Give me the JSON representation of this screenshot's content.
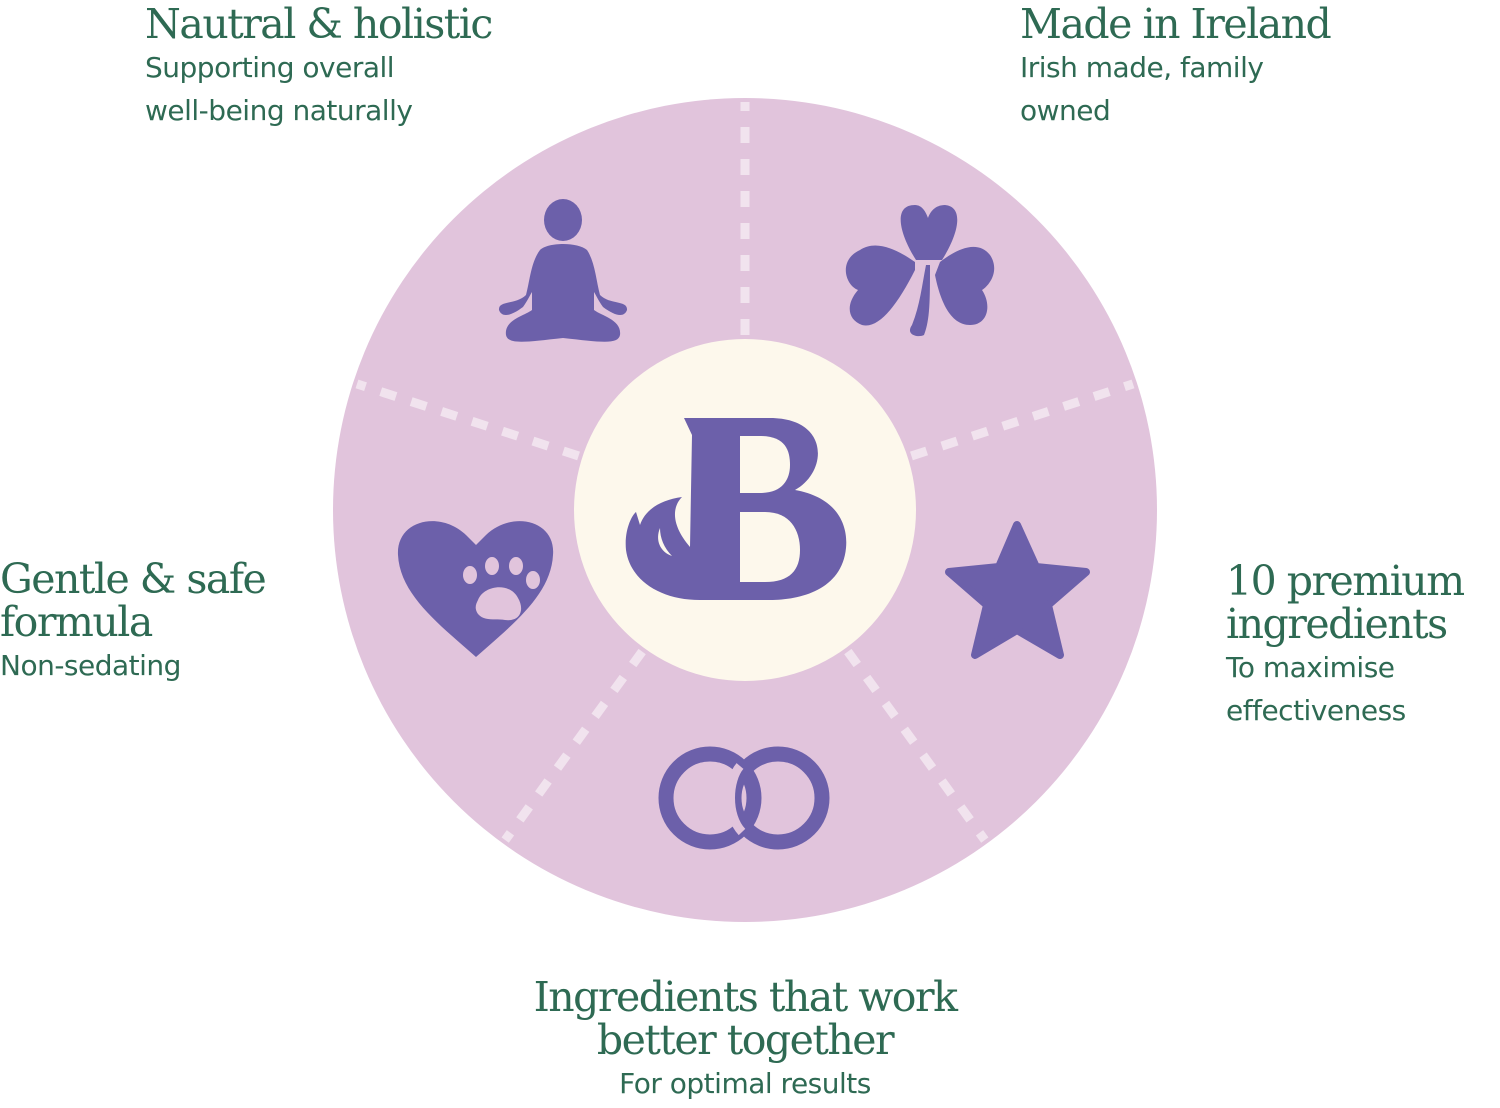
{
  "colors": {
    "text": "#2e6a53",
    "wheel": "#e1c4dc",
    "center": "#fdf8ec",
    "icon": "#6c60aa",
    "divider": "#f1e3ee"
  },
  "logo": {
    "letter": "B"
  },
  "features": [
    {
      "title": "Nautral & holistic",
      "lines": [
        "Supporting overall",
        "well-being naturally"
      ],
      "icon": "meditation-icon"
    },
    {
      "title": "Made in Ireland",
      "lines": [
        "Irish made, family",
        "owned"
      ],
      "icon": "shamrock-icon"
    },
    {
      "title_lines": [
        "10 premium",
        "ingredients"
      ],
      "lines": [
        "To maximise",
        "effectiveness"
      ],
      "icon": "star-icon"
    },
    {
      "title_lines": [
        "Ingredients that work",
        "better together"
      ],
      "lines": [
        "For optimal results"
      ],
      "icon": "linked-rings-icon"
    },
    {
      "title_lines": [
        "Gentle & safe",
        "formula"
      ],
      "lines": [
        "Non-sedating"
      ],
      "icon": "heart-paw-icon"
    }
  ]
}
